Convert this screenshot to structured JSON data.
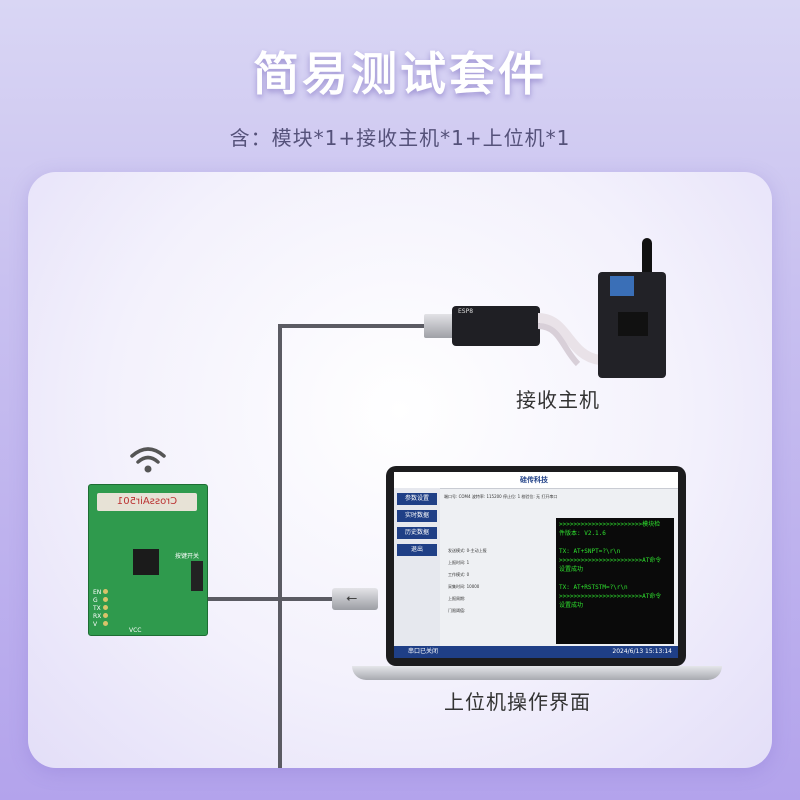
{
  "header": {
    "title": "简易测试套件",
    "subtitle": "含：模块*1+接收主机*1+上位机*1"
  },
  "module": {
    "chip_label": "CrossAir501",
    "pins": [
      "EN",
      "G",
      "TX",
      "RX",
      "V"
    ],
    "vcc_label": "VCC",
    "switch_label": "按键开关"
  },
  "receiver": {
    "caption": "接收主机",
    "dongle_label": "ESP8"
  },
  "laptop": {
    "caption": "上位机操作界面",
    "app_name": "硅传科技",
    "sidebar": [
      "参数设置",
      "实时数据",
      "历史数据",
      "退出"
    ],
    "port_row": "端口号: COM4    波特率: 115200    停止位: 1    校验位: 无    打开串口",
    "fields": [
      "发送模式: 0-主动上报",
      "上报时间: 1",
      "工作模式: 0",
      "采集时间: 10000",
      "上报周期:",
      "门限阈值:"
    ],
    "terminal_lines": [
      ">>>>>>>>>>>>>>>>>>>>>>>模块检",
      "件版本: V2.1.6",
      "",
      "TX: AT+SNPT=?\\r\\n",
      ">>>>>>>>>>>>>>>>>>>>>>>AT命令",
      "设置成功",
      "",
      "TX: AT+RSTSTM=?\\r\\n",
      ">>>>>>>>>>>>>>>>>>>>>>>AT命令",
      "设置成功"
    ],
    "status_left": "串口已关闭",
    "status_right": "2024/6/13 15:13:14"
  }
}
